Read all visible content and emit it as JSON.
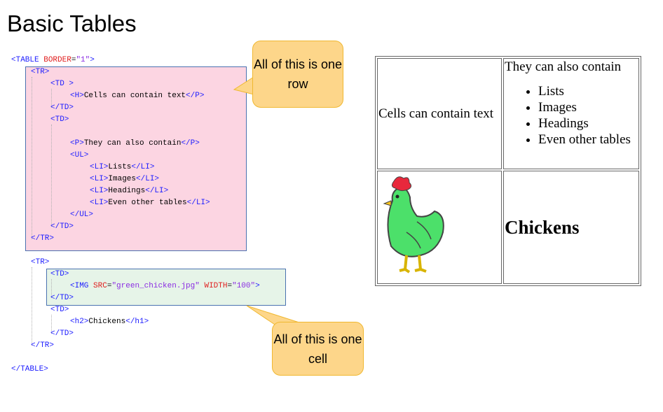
{
  "title": "Basic Tables",
  "code_lines": [
    {
      "indent": 0,
      "tokens": [
        [
          "tag",
          "<TABLE "
        ],
        [
          "attr",
          "BORDER"
        ],
        [
          "txt",
          "="
        ],
        [
          "val",
          "\"1\""
        ],
        [
          "tag",
          ">"
        ]
      ]
    },
    {
      "indent": 1,
      "tokens": [
        [
          "tag",
          "<TR>"
        ]
      ]
    },
    {
      "indent": 2,
      "tokens": [
        [
          "tag",
          "<TD >"
        ]
      ]
    },
    {
      "indent": 3,
      "tokens": [
        [
          "tag",
          "<H>"
        ],
        [
          "txt",
          "Cells can contain text"
        ],
        [
          "tag",
          "</P>"
        ]
      ]
    },
    {
      "indent": 2,
      "tokens": [
        [
          "tag",
          "</TD>"
        ]
      ]
    },
    {
      "indent": 2,
      "tokens": [
        [
          "tag",
          "<TD>"
        ]
      ]
    },
    {
      "indent": 0,
      "tokens": []
    },
    {
      "indent": 3,
      "tokens": [
        [
          "tag",
          "<P>"
        ],
        [
          "txt",
          "They can also contain"
        ],
        [
          "tag",
          "</P>"
        ]
      ]
    },
    {
      "indent": 3,
      "tokens": [
        [
          "tag",
          "<UL>"
        ]
      ]
    },
    {
      "indent": 4,
      "tokens": [
        [
          "tag",
          "<LI>"
        ],
        [
          "txt",
          "Lists"
        ],
        [
          "tag",
          "</LI>"
        ]
      ]
    },
    {
      "indent": 4,
      "tokens": [
        [
          "tag",
          "<LI>"
        ],
        [
          "txt",
          "Images"
        ],
        [
          "tag",
          "</LI>"
        ]
      ]
    },
    {
      "indent": 4,
      "tokens": [
        [
          "tag",
          "<LI>"
        ],
        [
          "txt",
          "Headings"
        ],
        [
          "tag",
          "</LI>"
        ]
      ]
    },
    {
      "indent": 4,
      "tokens": [
        [
          "tag",
          "<LI>"
        ],
        [
          "txt",
          "Even other tables"
        ],
        [
          "tag",
          "</LI>"
        ]
      ]
    },
    {
      "indent": 3,
      "tokens": [
        [
          "tag",
          "</UL>"
        ]
      ]
    },
    {
      "indent": 2,
      "tokens": [
        [
          "tag",
          "</TD>"
        ]
      ]
    },
    {
      "indent": 1,
      "tokens": [
        [
          "tag",
          "</TR>"
        ]
      ]
    },
    {
      "indent": 0,
      "tokens": []
    },
    {
      "indent": 1,
      "tokens": [
        [
          "tag",
          "<TR>"
        ]
      ]
    },
    {
      "indent": 2,
      "tokens": [
        [
          "tag",
          "<TD>"
        ]
      ]
    },
    {
      "indent": 3,
      "tokens": [
        [
          "tag",
          "<IMG "
        ],
        [
          "attr",
          "SRC"
        ],
        [
          "txt",
          "="
        ],
        [
          "val",
          "\"green_chicken.jpg\""
        ],
        [
          "txt",
          " "
        ],
        [
          "attr",
          "WIDTH"
        ],
        [
          "txt",
          "="
        ],
        [
          "val",
          "\"100\""
        ],
        [
          "tag",
          ">"
        ]
      ]
    },
    {
      "indent": 2,
      "tokens": [
        [
          "tag",
          "</TD>"
        ]
      ]
    },
    {
      "indent": 2,
      "tokens": [
        [
          "tag",
          "<TD>"
        ]
      ]
    },
    {
      "indent": 3,
      "tokens": [
        [
          "tag",
          "<h2>"
        ],
        [
          "txt",
          "Chickens"
        ],
        [
          "tag",
          "</h1>"
        ]
      ]
    },
    {
      "indent": 2,
      "tokens": [
        [
          "tag",
          "</TD>"
        ]
      ]
    },
    {
      "indent": 1,
      "tokens": [
        [
          "tag",
          "</TR>"
        ]
      ]
    },
    {
      "indent": 0,
      "tokens": []
    },
    {
      "indent": 0,
      "tokens": [
        [
          "tag",
          "</TABLE>"
        ]
      ]
    }
  ],
  "callouts": {
    "row": "All of this is one row",
    "cell": "All of this is one cell"
  },
  "table": {
    "cell1": "Cells can contain text",
    "cell2_intro": "They can also contain",
    "list": [
      "Lists",
      "Images",
      "Headings",
      "Even other tables"
    ],
    "heading": "Chickens"
  }
}
